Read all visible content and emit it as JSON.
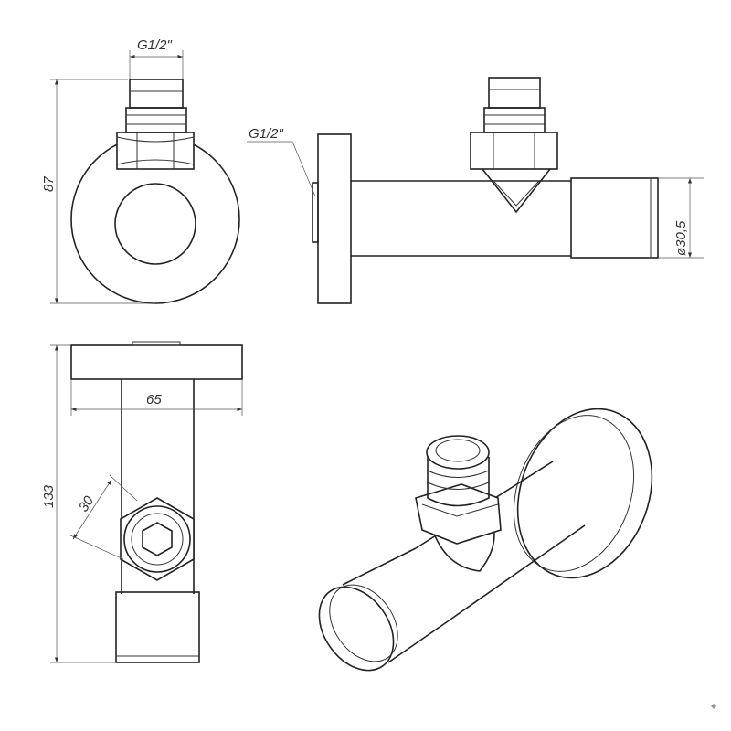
{
  "drawing": {
    "front_view": {
      "thread_label": "G1/2\"",
      "height_label": "87"
    },
    "side_view": {
      "thread_label": "G1/2\"",
      "diameter_label": "ø30,5"
    },
    "top_view": {
      "width_label": "65",
      "nut_label": "30",
      "length_label": "133"
    }
  }
}
